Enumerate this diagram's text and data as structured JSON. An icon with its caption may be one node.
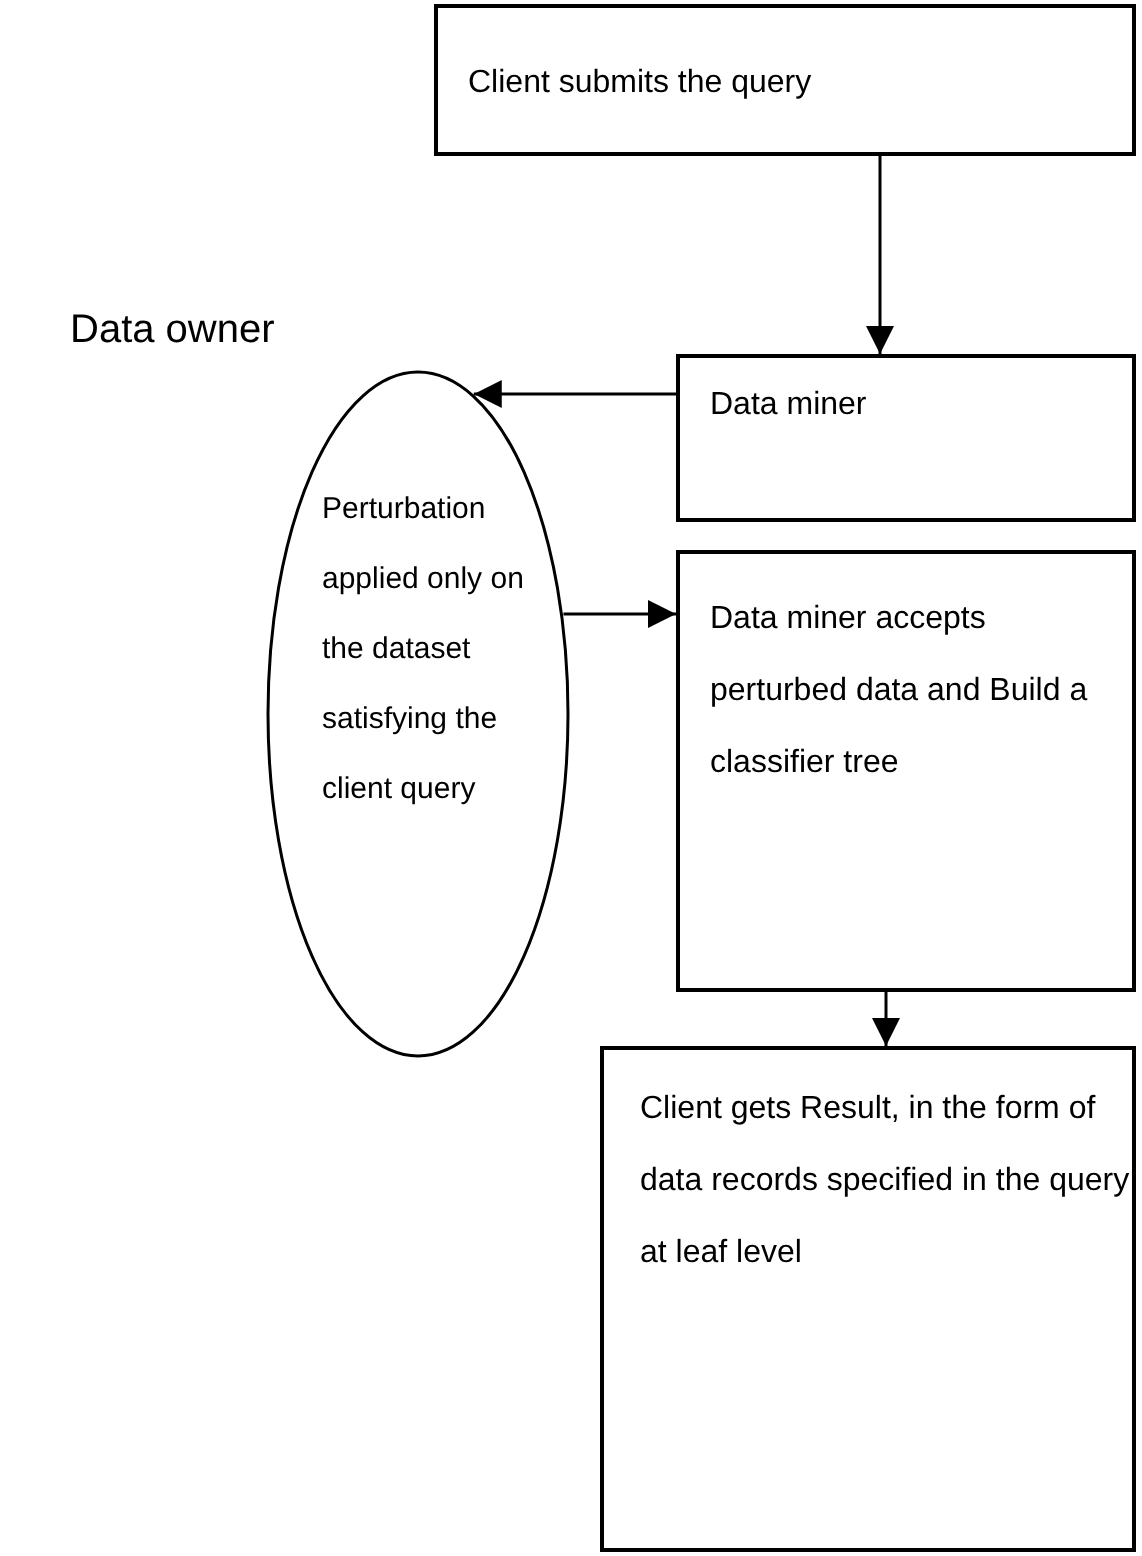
{
  "diagram": {
    "nodes": [
      {
        "text": [
          "Client submits the query"
        ]
      },
      {
        "text": [
          "Data miner"
        ]
      },
      {
        "text": [
          "Data owner",
          "Perturbation applied only on the dataset satisfying the client query"
        ]
      },
      {
        "text": [
          "Data miner accepts perturbed data and Build a classifier tree"
        ]
      },
      {
        "text": [
          "Client gets Result, in the form of data records specified in the query at leaf level"
        ]
      }
    ],
    "edges": [
      {
        "from": 0,
        "to": 1,
        "arrow": "to"
      },
      {
        "from": 1,
        "to": 2,
        "arrow": "to"
      },
      {
        "from": 2,
        "to": 3,
        "arrow": "to"
      },
      {
        "from": 3,
        "to": 4,
        "arrow": "to"
      }
    ]
  }
}
